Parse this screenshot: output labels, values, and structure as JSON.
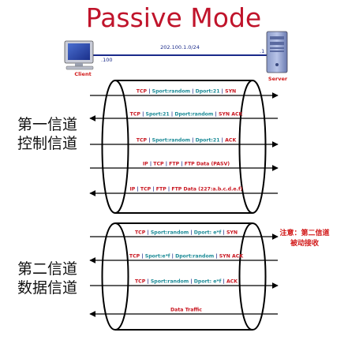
{
  "title": "Passive Mode",
  "network": {
    "subnet": "202.100.1.0/24",
    "client_ip_suffix": ".100",
    "server_ip_suffix": ".1",
    "client_label": "Client",
    "server_label": "Server"
  },
  "channel1": {
    "label_line1": "第一信道",
    "label_line2": "控制信道",
    "messages": [
      {
        "direction": "to-server",
        "parts": [
          {
            "t": "TCP",
            "c": "red"
          },
          {
            "t": " | ",
            "c": "blue"
          },
          {
            "t": "Sport:random",
            "c": "teal"
          },
          {
            "t": " | ",
            "c": "blue"
          },
          {
            "t": "Dport:21",
            "c": "teal"
          },
          {
            "t": " | ",
            "c": "blue"
          },
          {
            "t": "SYN",
            "c": "red"
          }
        ]
      },
      {
        "direction": "to-client",
        "parts": [
          {
            "t": "TCP",
            "c": "red"
          },
          {
            "t": " | ",
            "c": "blue"
          },
          {
            "t": "Sport:21",
            "c": "teal"
          },
          {
            "t": " | ",
            "c": "blue"
          },
          {
            "t": "Dport:random",
            "c": "teal"
          },
          {
            "t": " | ",
            "c": "blue"
          },
          {
            "t": "SYN ACK",
            "c": "red"
          }
        ]
      },
      {
        "direction": "to-server",
        "parts": [
          {
            "t": "TCP",
            "c": "red"
          },
          {
            "t": " | ",
            "c": "blue"
          },
          {
            "t": "Sport:random",
            "c": "teal"
          },
          {
            "t": " | ",
            "c": "blue"
          },
          {
            "t": "Dport:21",
            "c": "teal"
          },
          {
            "t": " | ",
            "c": "blue"
          },
          {
            "t": "ACK",
            "c": "red"
          }
        ]
      },
      {
        "direction": "to-server",
        "parts": [
          {
            "t": "IP",
            "c": "red"
          },
          {
            "t": " | ",
            "c": "blue"
          },
          {
            "t": "TCP",
            "c": "red"
          },
          {
            "t": " | ",
            "c": "blue"
          },
          {
            "t": "FTP",
            "c": "red"
          },
          {
            "t": " | ",
            "c": "blue"
          },
          {
            "t": "FTP Data (PASV)",
            "c": "red"
          }
        ]
      },
      {
        "direction": "to-client",
        "parts": [
          {
            "t": "IP",
            "c": "red"
          },
          {
            "t": " | ",
            "c": "blue"
          },
          {
            "t": "TCP",
            "c": "red"
          },
          {
            "t": " | ",
            "c": "blue"
          },
          {
            "t": "FTP",
            "c": "red"
          },
          {
            "t": " | ",
            "c": "blue"
          },
          {
            "t": "FTP Data (227:a.b.c.d.e.f)",
            "c": "red"
          }
        ]
      }
    ]
  },
  "channel2": {
    "label_line1": "第二信道",
    "label_line2": "数据信道",
    "note_line1": "注意：第二信道",
    "note_line2": "被动接收",
    "messages": [
      {
        "direction": "to-server",
        "parts": [
          {
            "t": "TCP",
            "c": "red"
          },
          {
            "t": " | ",
            "c": "blue"
          },
          {
            "t": "Sport:random",
            "c": "teal"
          },
          {
            "t": " | ",
            "c": "blue"
          },
          {
            "t": "Dport: e*f",
            "c": "teal"
          },
          {
            "t": " | ",
            "c": "blue"
          },
          {
            "t": "SYN",
            "c": "red"
          }
        ]
      },
      {
        "direction": "to-client",
        "parts": [
          {
            "t": "TCP",
            "c": "red"
          },
          {
            "t": " | ",
            "c": "blue"
          },
          {
            "t": "Sport:e*f",
            "c": "teal"
          },
          {
            "t": " | ",
            "c": "blue"
          },
          {
            "t": "Dport:random",
            "c": "teal"
          },
          {
            "t": " | ",
            "c": "blue"
          },
          {
            "t": "SYN ACK",
            "c": "red"
          }
        ]
      },
      {
        "direction": "to-server",
        "parts": [
          {
            "t": "TCP",
            "c": "red"
          },
          {
            "t": " | ",
            "c": "blue"
          },
          {
            "t": "Sport:random",
            "c": "teal"
          },
          {
            "t": " | ",
            "c": "blue"
          },
          {
            "t": "Dport: e*f",
            "c": "teal"
          },
          {
            "t": " | ",
            "c": "blue"
          },
          {
            "t": "ACK",
            "c": "red"
          }
        ]
      },
      {
        "direction": "to-client",
        "parts": [
          {
            "t": "Data Traffic",
            "c": "red"
          }
        ]
      }
    ]
  },
  "colors": {
    "title": "#c0142b",
    "red": "#c8141e",
    "teal": "#1a8a96",
    "blue": "#1a2a8a",
    "line": "#000000"
  }
}
